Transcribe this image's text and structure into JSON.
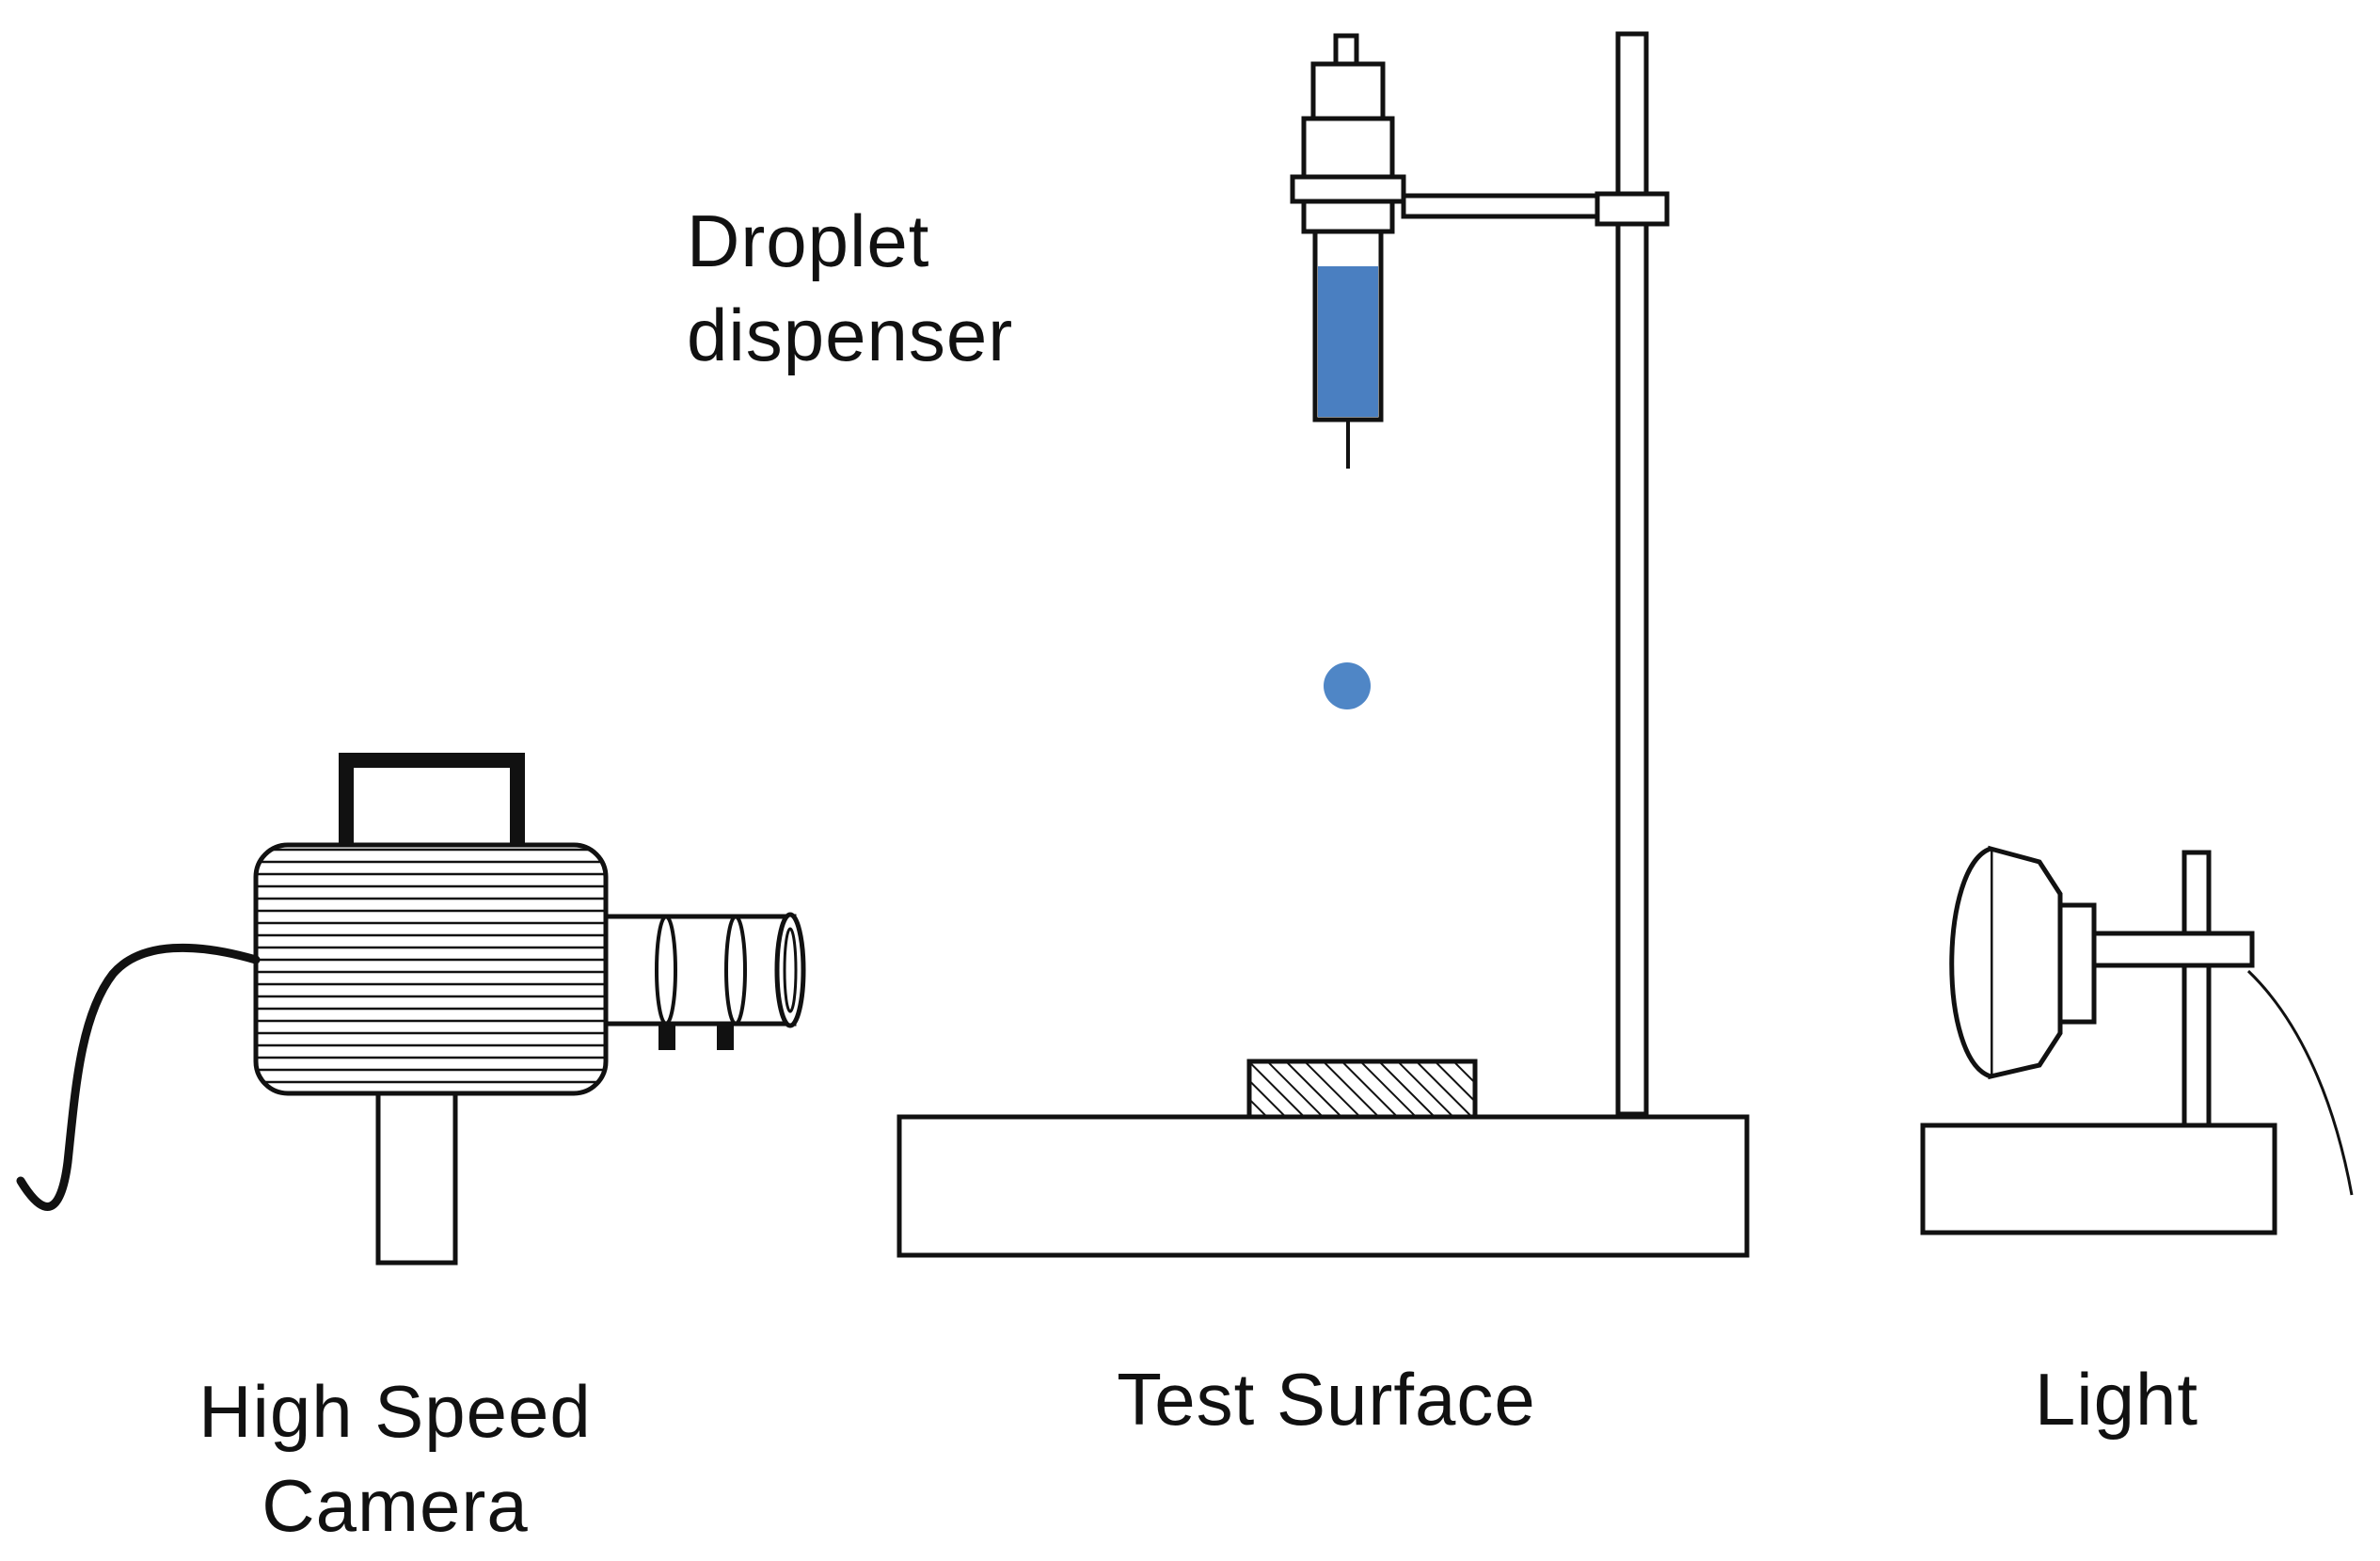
{
  "labels": {
    "dispenser_line1": "Droplet",
    "dispenser_line2": "dispenser",
    "camera_line1": "High Speed",
    "camera_line2": "Camera",
    "surface": "Test Surface",
    "light": "Light"
  },
  "colors": {
    "stroke": "#111111",
    "fluid": "#4a7fc1",
    "droplet": "#4f86c6",
    "background": "#ffffff"
  },
  "icons": {
    "camera": "high-speed-camera-icon",
    "dispenser": "syringe-dispenser-icon",
    "stand": "retort-stand-icon",
    "surface": "test-surface-sample-icon",
    "light": "lamp-icon"
  }
}
